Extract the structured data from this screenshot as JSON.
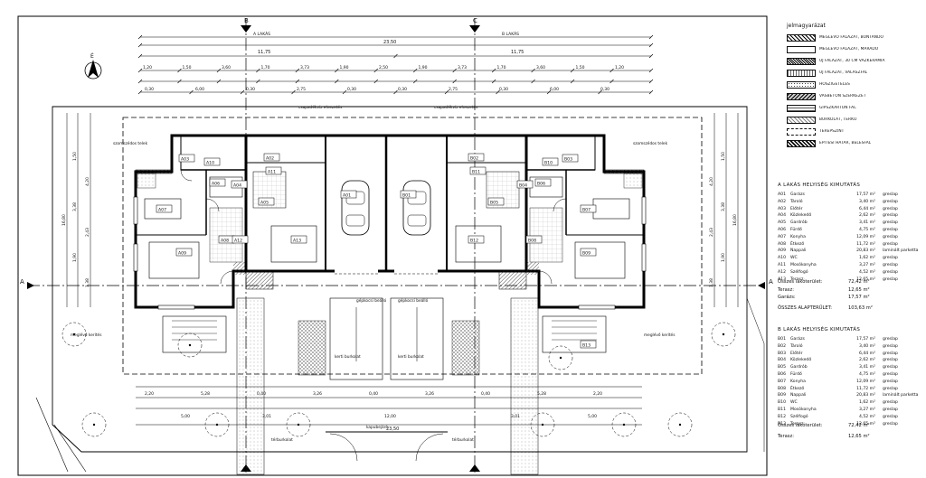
{
  "legend": {
    "title": "jelmagyarázat",
    "items": [
      "MEGLÉVŐ FALAZAT, BONTANDÓ",
      "MEGLÉVŐ FALAZAT, MARADÓ",
      "ÚJ FALAZAT, 30 CM VÁZKERÁMIA",
      "ÚJ FALAZAT, VÁLASZFAL",
      "HŐSZIGETELÉS",
      "VASBETON SZERKEZET",
      "GIPSZKARTON FAL",
      "BURKOLAT, TÉRKŐ",
      "TEREPSZINT",
      "ÉPÍTÉSI HATÁR, BÉLÉSFAL"
    ]
  },
  "schedule_a": {
    "title": "A LAKÁS HELYISÉG KIMUTATÁS",
    "rows": [
      [
        "A01",
        "Garázs",
        "17,57 m²",
        "greslap"
      ],
      [
        "A02",
        "Tároló",
        "3,40 m²",
        "greslap"
      ],
      [
        "A03",
        "Előtér",
        "6,44 m²",
        "greslap"
      ],
      [
        "A04",
        "Közlekedő",
        "2,62 m²",
        "greslap"
      ],
      [
        "A05",
        "Gardrób",
        "3,41 m²",
        "greslap"
      ],
      [
        "A06",
        "Fürdő",
        "4,75 m²",
        "greslap"
      ],
      [
        "A07",
        "Konyha",
        "12,09 m²",
        "greslap"
      ],
      [
        "A08",
        "Étkező",
        "11,72 m²",
        "greslap"
      ],
      [
        "A09",
        "Nappali",
        "20,83 m²",
        "laminált parketta"
      ],
      [
        "A10",
        "WC",
        "1,62 m²",
        "greslap"
      ],
      [
        "A11",
        "Mosókonyha",
        "3,27 m²",
        "greslap"
      ],
      [
        "A12",
        "Szélfogó",
        "4,52 m²",
        "greslap"
      ],
      [
        "A13",
        "Terasz",
        "12,65 m²",
        "greslap"
      ]
    ],
    "sum": [
      [
        "Összes lakóterület:",
        "72,42 m²"
      ],
      [
        "Terasz:",
        "12,65 m²"
      ],
      [
        "Garázs:",
        "17,57 m²"
      ]
    ],
    "volume": [
      "ÖSSZES ALAPTERÜLET:",
      "103,63 m²"
    ]
  },
  "schedule_b": {
    "title": "B LAKÁS HELYISÉG KIMUTATÁS",
    "rows": [
      [
        "B01",
        "Garázs",
        "17,57 m²",
        "greslap"
      ],
      [
        "B02",
        "Tároló",
        "3,40 m²",
        "greslap"
      ],
      [
        "B03",
        "Előtér",
        "6,44 m²",
        "greslap"
      ],
      [
        "B04",
        "Közlekedő",
        "2,62 m²",
        "greslap"
      ],
      [
        "B05",
        "Gardrób",
        "3,41 m²",
        "greslap"
      ],
      [
        "B06",
        "Fürdő",
        "4,75 m²",
        "greslap"
      ],
      [
        "B07",
        "Konyha",
        "12,09 m²",
        "greslap"
      ],
      [
        "B08",
        "Étkező",
        "11,72 m²",
        "greslap"
      ],
      [
        "B09",
        "Nappali",
        "20,83 m²",
        "laminált parketta"
      ],
      [
        "B10",
        "WC",
        "1,62 m²",
        "greslap"
      ],
      [
        "B11",
        "Mosókonyha",
        "3,27 m²",
        "greslap"
      ],
      [
        "B12",
        "Szélfogó",
        "4,52 m²",
        "greslap"
      ],
      [
        "B13",
        "Terasz",
        "12,65 m²",
        "greslap"
      ]
    ],
    "sum": [
      [
        "Összes lakóterület:",
        "72,42 m²"
      ],
      [
        "Terasz:",
        "12,65 m²"
      ]
    ]
  },
  "plan": {
    "section_markers": {
      "b": "B",
      "c": "C",
      "a": "A"
    },
    "north": "É",
    "top_dims": {
      "unit_a": "A LAKÁS",
      "unit_b": "B LAKÁS",
      "overall": "23,50",
      "left_half": "11,75",
      "right_half": "11,75"
    },
    "row2": [
      "1,20",
      "1,50",
      "3,60",
      "1,70",
      "3,73",
      "1,90",
      "2,50",
      "1,90",
      "3,73",
      "1,70",
      "3,60",
      "1,50",
      "1,20"
    ],
    "row3": [
      "0,30",
      "6,00",
      "0,30",
      "2,75",
      "0,30",
      "0,30",
      "2,75",
      "0,30",
      "6,00",
      "0,30"
    ],
    "left_dims": [
      "16,80",
      "1,50",
      "4,20",
      "3,38",
      "2,43",
      "1,90",
      "1,38"
    ],
    "right_dims": [
      "16,80",
      "1,50",
      "4,20",
      "3,38",
      "2,43",
      "1,90",
      "1,38"
    ],
    "bottom_row1": [
      "2,20",
      "5,28",
      "0,40",
      "3,26",
      "0,40",
      "3,26",
      "0,40",
      "5,28",
      "2,20"
    ],
    "bottom_row2": [
      "5,00",
      "3,01",
      "12,00",
      "3,01",
      "5,00"
    ],
    "bottom_total": "23,50",
    "rooms": [
      "A01",
      "A02",
      "A03",
      "A04",
      "A05",
      "A06",
      "A07",
      "A08",
      "A09",
      "A10",
      "A11",
      "A12",
      "A13",
      "B01",
      "B02",
      "B03",
      "B04",
      "B05",
      "B06",
      "B07",
      "B08",
      "B09",
      "B10",
      "B11",
      "B12",
      "B13"
    ],
    "notes": [
      "szomszédos telek",
      "meglévő kerítés",
      "csapadékvíz elvezetés",
      "kerti burkolat",
      "gépkocsi beálló",
      "térburkolat",
      "kapubejáró"
    ]
  }
}
